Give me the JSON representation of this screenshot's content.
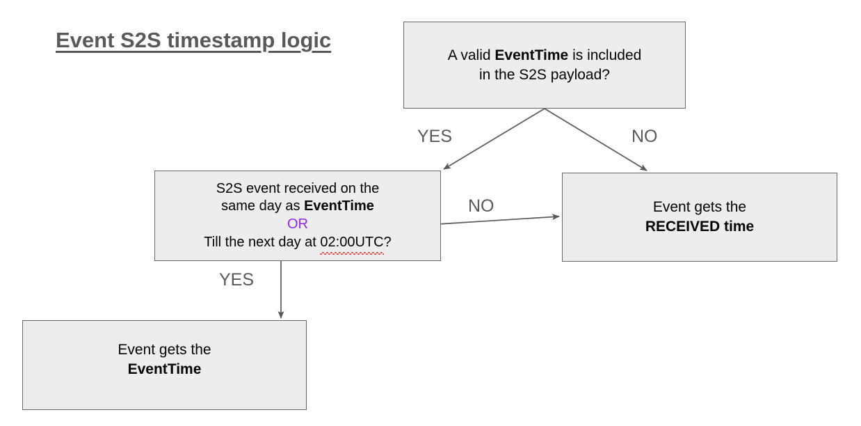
{
  "title": "Event S2S timestamp logic",
  "colors": {
    "title": "#595959",
    "box_fill": "#ededed",
    "box_border": "#666666",
    "edge": "#595959",
    "edge_label": "#595959",
    "or_accent": "#9127e8",
    "spellcheck_underline": "#e23b3b",
    "canvas": "#ffffff"
  },
  "nodes": {
    "valid_eventtime": {
      "id": "valid-eventtime",
      "type": "decision",
      "line1_pre": "A valid ",
      "line1_bold": "EventTime",
      "line1_post": " is included",
      "line2": "in the S2S payload?",
      "full_text": "A valid EventTime is included in the S2S payload?"
    },
    "same_day": {
      "id": "same-day",
      "type": "decision",
      "line1": "S2S event received on the",
      "line2_pre": "same day as ",
      "line2_bold": "EventTime",
      "or_label": "OR",
      "line4_pre": "Till the next day at ",
      "line4_misspelled": "02:00UTC",
      "line4_post": "?",
      "full_text": "S2S event received on the same day as EventTime OR Till the next day at 02:00UTC?"
    },
    "received_time": {
      "id": "received-time",
      "type": "outcome",
      "line1": "Event gets the",
      "line2_bold": "RECEIVED time",
      "full_text": "Event gets the RECEIVED time"
    },
    "eventtime_result": {
      "id": "eventtime-result",
      "type": "outcome",
      "line1": "Event gets the",
      "line2_bold": "EventTime",
      "full_text": "Event gets the EventTime"
    }
  },
  "edges": [
    {
      "id": "valid-eventtime-to-same-day",
      "from": "valid_eventtime",
      "to": "same_day",
      "label": "YES",
      "direction": "down-left"
    },
    {
      "id": "valid-eventtime-to-received-time",
      "from": "valid_eventtime",
      "to": "received_time",
      "label": "NO",
      "direction": "down-right"
    },
    {
      "id": "same-day-to-received-time",
      "from": "same_day",
      "to": "received_time",
      "label": "NO",
      "direction": "right"
    },
    {
      "id": "same-day-to-eventtime-result",
      "from": "same_day",
      "to": "eventtime_result",
      "label": "YES",
      "direction": "down"
    }
  ]
}
